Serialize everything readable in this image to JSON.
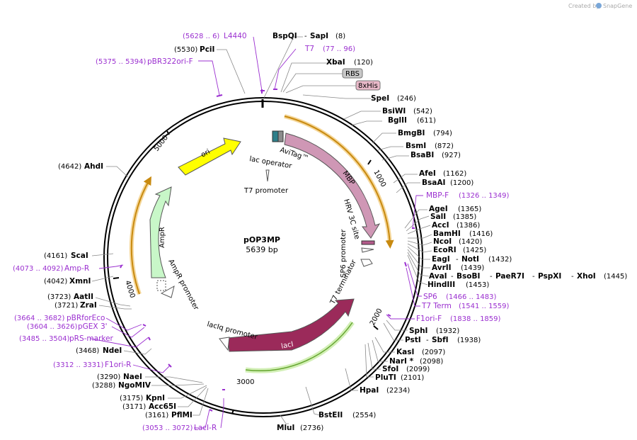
{
  "credit": "Created by",
  "credit_brand": "SnapGene",
  "plasmid": {
    "name": "pOP3MP",
    "size": "5639 bp"
  },
  "ruler": [
    "1000",
    "2000",
    "3000",
    "4000",
    "5000"
  ],
  "features": {
    "ori": "ori",
    "AmpR": "AmpR",
    "MBP": "MBP",
    "lacI": "lacI",
    "AviTag": "AviTag™",
    "lac_operator": "lac operator",
    "T7_promoter": "T7 promoter",
    "HRV_3C_site": "HRV 3C site",
    "SP6_promoter": "SP6 promoter",
    "T7_terminator": "T7 terminator",
    "lacIq_promoter": "lacIq promoter",
    "AmpR_promoter": "AmpR promoter",
    "RBS": "RBS",
    "His": "8xHis"
  },
  "primers": {
    "L4440_r": "(5628 .. 6)",
    "L4440": "L4440",
    "T7": "T7",
    "T7_r": "(77 .. 96)",
    "pBR322ori_r": "(5375 .. 5394)",
    "pBR322ori": "pBR322ori-F",
    "MBPF": "MBP-F",
    "MBPF_r": "(1326 .. 1349)",
    "SP6": "SP6",
    "SP6_r": "(1466 .. 1483)",
    "T7Term": "T7 Term",
    "T7Term_r": "(1541 .. 1559)",
    "F1oriF": "F1ori-F",
    "F1oriF_r": "(1838 .. 1859)",
    "AmpR_r": "(4073 .. 4092)",
    "AmpR": "Amp-R",
    "pBRforEco_r": "(3664 .. 3682)",
    "pBRforEco": "pBRforEco",
    "pGEX_r": "(3604 .. 3626)",
    "pGEX": "pGEX 3'",
    "pRS_r": "(3485 .. 3504)",
    "pRS": "pRS-marker",
    "F1oriR_r": "(3312 .. 3331)",
    "F1oriR": "F1ori-R",
    "LacIR_r": "(3053 .. 3072)",
    "LacIR": "LacI-R"
  },
  "enzymes": {
    "BspQI": "BspQI",
    "SapI": "SapI",
    "SapI_p": "(8)",
    "PciI": "PciI",
    "PciI_p": "(5530)",
    "XbaI": "XbaI",
    "XbaI_p": "(120)",
    "SpeI": "SpeI",
    "SpeI_p": "(246)",
    "BsiWI": "BsiWI",
    "BsiWI_p": "(542)",
    "BglII": "BglII",
    "BglII_p": "(611)",
    "BmgBI": "BmgBI",
    "BmgBI_p": "(794)",
    "BsmI": "BsmI",
    "BsmI_p": "(872)",
    "BsaBI": "BsaBI",
    "BsaBI_p": "(927)",
    "AfeI": "AfeI",
    "AfeI_p": "(1162)",
    "BsaAI": "BsaAI",
    "BsaAI_p": "(1200)",
    "AgeI": "AgeI",
    "AgeI_p": "(1365)",
    "SalI": "SalI",
    "SalI_p": "(1385)",
    "AccI": "AccI",
    "AccI_p": "(1386)",
    "BamHI": "BamHI",
    "BamHI_p": "(1416)",
    "NcoI": "NcoI",
    "NcoI_p": "(1420)",
    "EcoRI": "EcoRI",
    "EcoRI_p": "(1425)",
    "EagI": "EagI",
    "NotI": "NotI",
    "NotI_p": "(1432)",
    "AvrII": "AvrII",
    "AvrII_p": "(1439)",
    "AvaI": "AvaI",
    "BsoBI": "BsoBI",
    "PaeR7I": "PaeR7I",
    "PspXI": "PspXI",
    "XhoI": "XhoI",
    "XhoI_p": "(1445)",
    "HindIII": "HindIII",
    "HindIII_p": "(1453)",
    "SphI": "SphI",
    "SphI_p": "(1932)",
    "PstI": "PstI",
    "SbfI": "SbfI",
    "SbfI_p": "(1938)",
    "KasI": "KasI",
    "KasI_p": "(2097)",
    "NarI": "NarI *",
    "NarI_p": "(2098)",
    "SfoI": "SfoI",
    "SfoI_p": "(2099)",
    "PluTI": "PluTI",
    "PluTI_p": "(2101)",
    "HpaI": "HpaI",
    "HpaI_p": "(2234)",
    "BstEII": "BstEII",
    "BstEII_p": "(2554)",
    "MluI": "MluI",
    "MluI_p": "(2736)",
    "AhdI": "AhdI",
    "AhdI_p": "(4642)",
    "ScaI": "ScaI",
    "ScaI_p": "(4161)",
    "XmnI": "XmnI",
    "XmnI_p": "(4042)",
    "AatII": "AatII",
    "AatII_p": "(3723)",
    "ZraI": "ZraI",
    "ZraI_p": "(3721)",
    "NdeI": "NdeI",
    "NdeI_p": "(3468)",
    "NaeI": "NaeI",
    "NaeI_p": "(3290)",
    "NgoMIV": "NgoMIV",
    "NgoMIV_p": "(3288)",
    "KpnI": "KpnI",
    "KpnI_p": "(3175)",
    "Acc65I": "Acc65I",
    "Acc65I_p": "(3171)",
    "PflMI": "PflMI",
    "PflMI_p": "(3161)"
  }
}
